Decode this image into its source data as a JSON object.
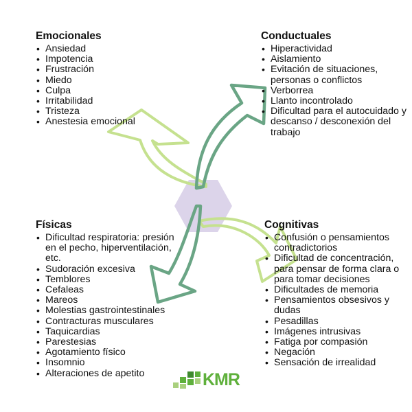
{
  "sections": {
    "emocionales": {
      "title": "Emocionales",
      "items": [
        "Ansiedad",
        "Impotencia",
        "Frustración",
        "Miedo",
        "Culpa",
        "Irritabilidad",
        "Tristeza",
        "Anestesia emocional"
      ]
    },
    "conductuales": {
      "title": "Conductuales",
      "items": [
        "Hiperactividad",
        "Aislamiento",
        "Evitación de situaciones, personas o conflictos",
        "Verborrea",
        "Llanto incontrolado",
        "Dificultad para el autocuidado y descanso / desconexión del trabajo"
      ]
    },
    "fisicas": {
      "title": "Físicas",
      "items": [
        "Dificultad respiratoria: presión en el pecho, hiperventilación, etc.",
        "Sudoración excesiva",
        "Temblores",
        "Cefaleas",
        "Mareos",
        "Molestias gastrointestinales",
        "Contracturas musculares",
        "Taquicardias",
        "Parestesias",
        "Agotamiento físico",
        "Insomnio",
        "Alteraciones de apetito"
      ]
    },
    "cognitivas": {
      "title": "Cognitivas",
      "items": [
        "Confusión o pensamientos contradictorios",
        "Dificultad de concentración, para pensar de forma clara o para tomar decisiones",
        "Dificultades de memoria",
        "Pensamientos obsesivos y dudas",
        "Pesadillas",
        "Imágenes intrusivas",
        "Fatiga por compasión",
        "Negación",
        "Sensación de irrealidad"
      ]
    }
  },
  "logo": {
    "text": "KMR",
    "icon": "pixel-squares-icon"
  },
  "colors": {
    "light_green": "#c5e18f",
    "dark_green": "#6aa585",
    "hexagon": "#d6cde6",
    "logo_green": "#5fb03c",
    "logo_light": "#a9d07e",
    "logo_dark": "#3f8a2e"
  }
}
